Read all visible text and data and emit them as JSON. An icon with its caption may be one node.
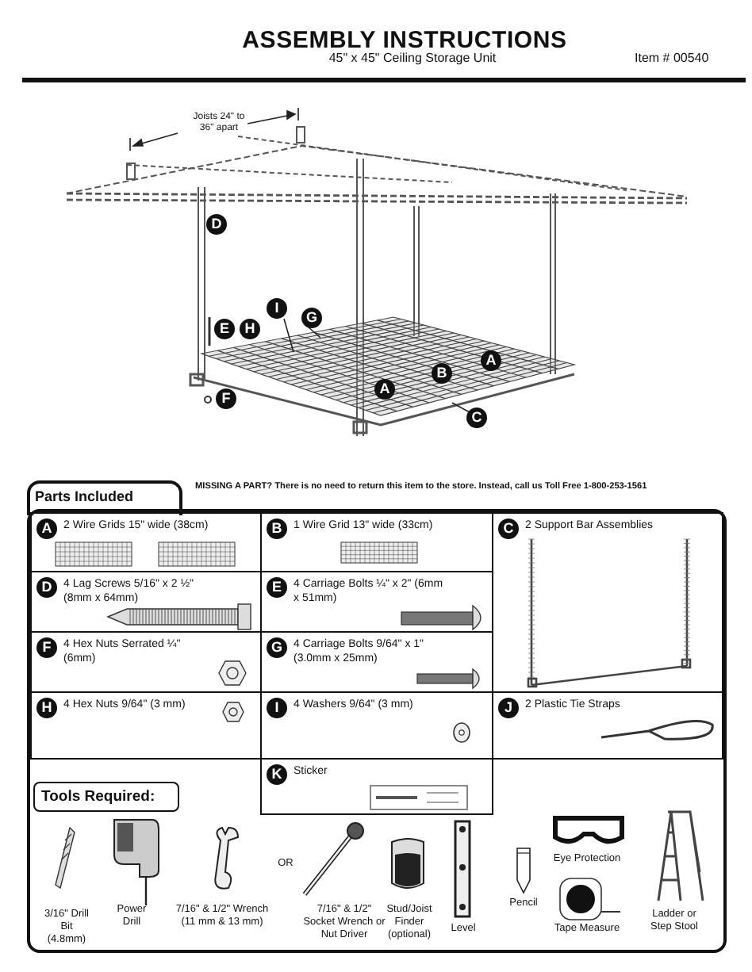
{
  "diagram": {
    "title": "ASSEMBLY INSTRUCTIONS",
    "nodes": [
      {
        "text": [
          "D"
        ]
      },
      {
        "text": [
          "I"
        ]
      },
      {
        "text": [
          "G"
        ]
      },
      {
        "text": [
          "E"
        ]
      },
      {
        "text": [
          "H"
        ]
      },
      {
        "text": [
          "A"
        ]
      },
      {
        "text": [
          "B"
        ]
      },
      {
        "text": [
          "A"
        ]
      },
      {
        "text": [
          "F"
        ]
      },
      {
        "text": [
          "C"
        ]
      },
      {
        "text": [
          "A",
          "2 Wire Grids 15\" wide (38cm)"
        ]
      },
      {
        "text": [
          "B",
          "1 Wire Grid 13\" wide (33cm)"
        ]
      },
      {
        "text": [
          "C",
          "2 Support Bar Assemblies"
        ]
      },
      {
        "text": [
          "D",
          "4 Lag Screws 5/16\" x 2 ½\" (8mm x 64mm)"
        ]
      },
      {
        "text": [
          "E",
          "4 Carriage Bolts ¼\" x 2\" (6mm x 51mm)"
        ]
      },
      {
        "text": [
          "F",
          "4 Hex Nuts Serrated ¼\" (6mm)"
        ]
      },
      {
        "text": [
          "G",
          "4 Carriage Bolts 9/64\" x 1\" (3.0mm x 25mm)"
        ]
      },
      {
        "text": [
          "H",
          "4 Hex Nuts 9/64\" (3 mm)"
        ]
      },
      {
        "text": [
          "I",
          "4 Washers 9/64\" (3 mm)"
        ]
      },
      {
        "text": [
          "J",
          "2 Plastic Tie Straps"
        ]
      },
      {
        "text": [
          "K",
          "Sticker"
        ]
      }
    ],
    "edges": [
      {
        "from": 9,
        "to": null,
        "arrow": "none"
      },
      {
        "from": 2,
        "to": null,
        "arrow": "none"
      },
      {
        "from": 1,
        "to": null,
        "arrow": "none"
      }
    ],
    "labels": [
      "45\" x 45\" Ceiling Storage Unit",
      "Item # 00540",
      "Joists 24\" to 36\" apart",
      "Parts Included",
      "MISSING A PART? There is no need to return this item to the store. Instead, call us Toll Free 1-800-253-1561",
      "Tools Required:",
      "3/16\" Drill Bit (4.8mm)",
      "Power Drill",
      "7/16\" & 1/2\" Wrench (11 mm & 13 mm)",
      "OR",
      "7/16\" & 1/2\" Socket Wrench or Nut Driver",
      "Stud/Joist Finder (optional)",
      "Level",
      "Pencil",
      "Eye Protection",
      "Tape Measure",
      "Ladder or Step Stool"
    ]
  }
}
